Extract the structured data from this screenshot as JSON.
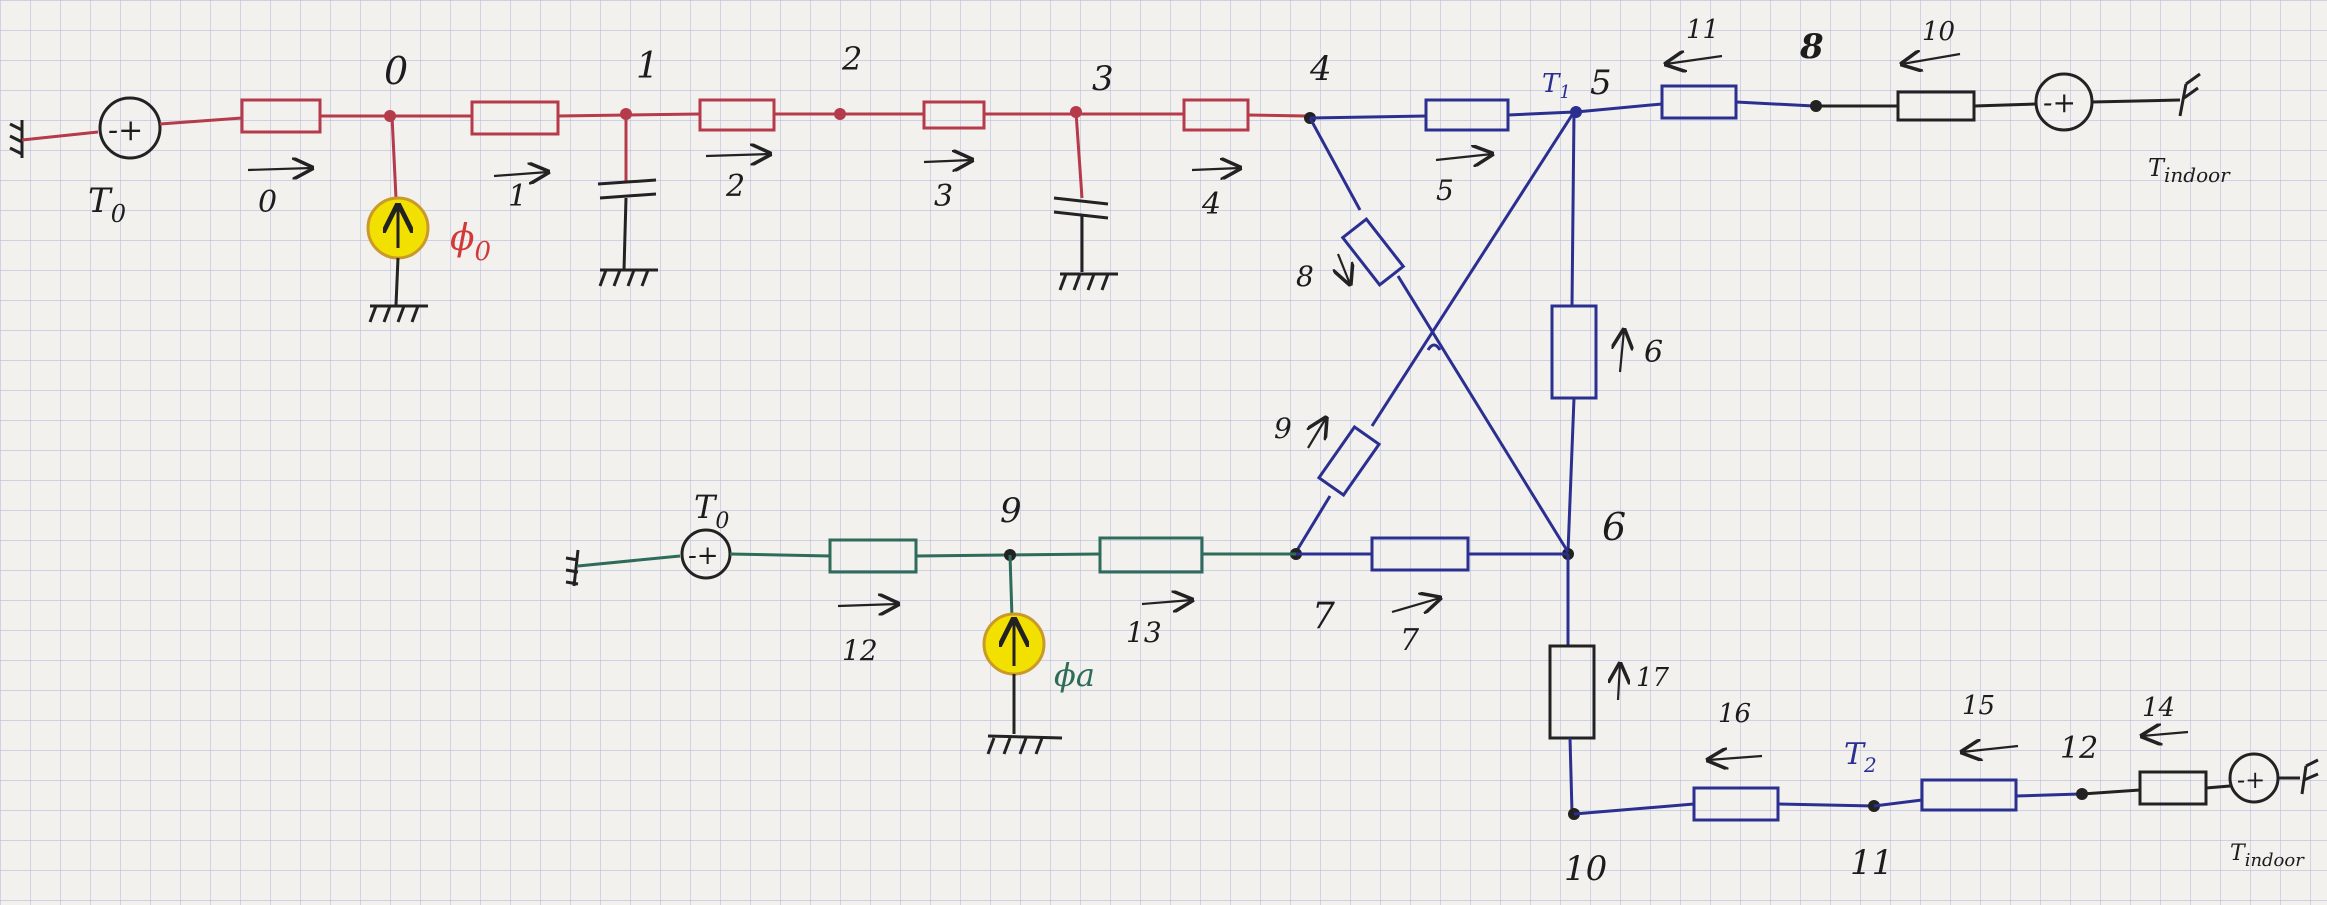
{
  "red_section": {
    "source_label": "T",
    "source_sub": "0",
    "flux_label": "ϕ",
    "flux_sub": "0",
    "nodes": [
      "0",
      "1",
      "2",
      "3",
      "4"
    ],
    "branches": [
      "0",
      "1",
      "2",
      "3",
      "4"
    ]
  },
  "blue_section": {
    "nodes": [
      "5",
      "6",
      "7",
      "8"
    ],
    "branches": [
      "5",
      "6",
      "7",
      "8",
      "9",
      "10",
      "11"
    ],
    "t1_label": "T",
    "t1_sub": "1",
    "indoor_label": "T",
    "indoor_sub": "indoor"
  },
  "green_section": {
    "source_label": "T",
    "source_sub": "0",
    "node": "9",
    "branches": [
      "12",
      "13"
    ],
    "flux_label": "ϕa"
  },
  "lower_section": {
    "nodes": [
      "10",
      "11",
      "12"
    ],
    "branches": [
      "14",
      "15",
      "16",
      "17"
    ],
    "t2_label": "T",
    "t2_sub": "2",
    "indoor_label": "T",
    "indoor_sub": "indoor"
  },
  "colors": {
    "paper": "#f2f1ee",
    "grid": "#b9bde0",
    "red_wire": "#b53a4a",
    "blue_wire": "#2b2f8f",
    "green_wire": "#2e6b5a",
    "flux_fill": "#f2e000"
  }
}
